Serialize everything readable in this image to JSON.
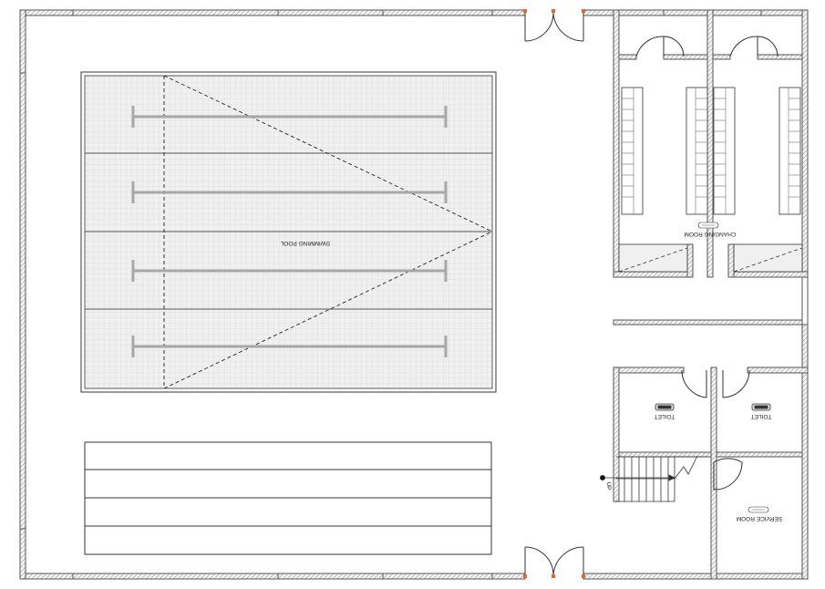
{
  "rooms": {
    "swimming_pool": "SWIMMING POOL",
    "changing_room": "CHANGING ROOM",
    "toilet_left": "TOILET",
    "toilet_right": "TOILET",
    "service_room": "SERVICE ROOM"
  },
  "stairs": {
    "label": "UP"
  },
  "colors": {
    "wall": "#555555",
    "line": "#333333",
    "door_hinge": "#e8642c",
    "pool_fill": "#efefef",
    "lane": "#aaaaaa"
  }
}
